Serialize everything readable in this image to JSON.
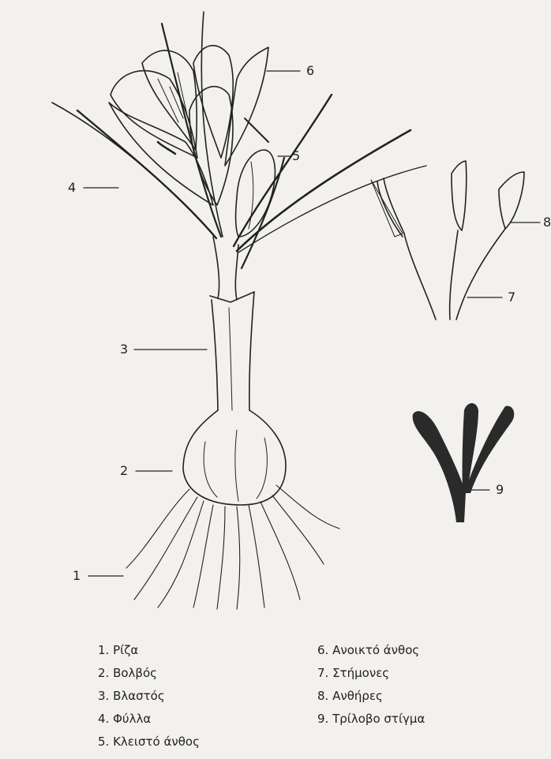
{
  "callouts": [
    "1",
    "2",
    "3",
    "4",
    "5",
    "6",
    "7",
    "8",
    "9"
  ],
  "legend": {
    "left": [
      "1. Ρίζα",
      "2. Βολβός",
      "3. Βλαστός",
      "4. Φύλλα",
      "5. Κλειστό άνθος"
    ],
    "right": [
      "6. Ανοικτό άνθος",
      "7. Στήμονες",
      "8. Ανθήρες",
      "9. Τρίλοβο στίγμα"
    ]
  },
  "colors": {
    "paper": "#f3f1ee",
    "ink": "#222222",
    "stigma": "#2a2a2a"
  }
}
